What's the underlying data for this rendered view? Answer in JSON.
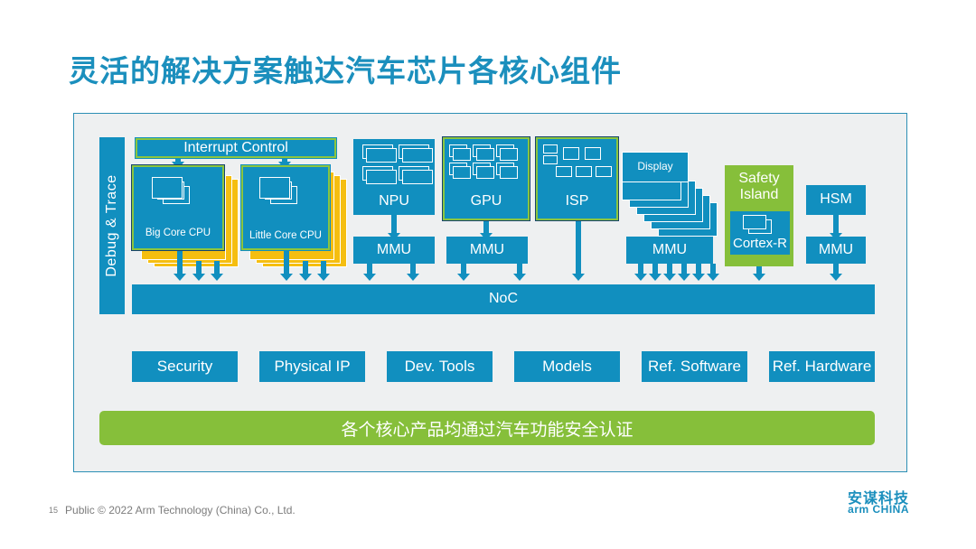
{
  "title": "灵活的解决方案触达汽车芯片各核心组件",
  "diagram": {
    "debug_trace": "Debug & Trace",
    "interrupt_control": "Interrupt Control",
    "big_core": "Big Core CPU",
    "little_core": "Little Core CPU",
    "npu": "NPU",
    "gpu": "GPU",
    "isp": "ISP",
    "display": "Display",
    "safety_island": "Safety Island",
    "cortex_r": "Cortex-R",
    "hsm": "HSM",
    "mmu": "MMU",
    "noc": "NoC"
  },
  "categories": [
    "Security",
    "Physical IP",
    "Dev. Tools",
    "Models",
    "Ref. Software",
    "Ref. Hardware"
  ],
  "certification": "各个核心产品均通过汽车功能安全认证",
  "footer": {
    "page": "15",
    "text": "Public © 2022 Arm Technology (China) Co., Ltd."
  },
  "logo": {
    "cn": "安谋科技",
    "en": "arm CHINA"
  },
  "colors": {
    "primary_blue": "#118fbf",
    "title_blue": "#1b8fbd",
    "accent_green": "#86bf3a",
    "accent_yellow": "#f5be10",
    "navy": "#16436e"
  }
}
